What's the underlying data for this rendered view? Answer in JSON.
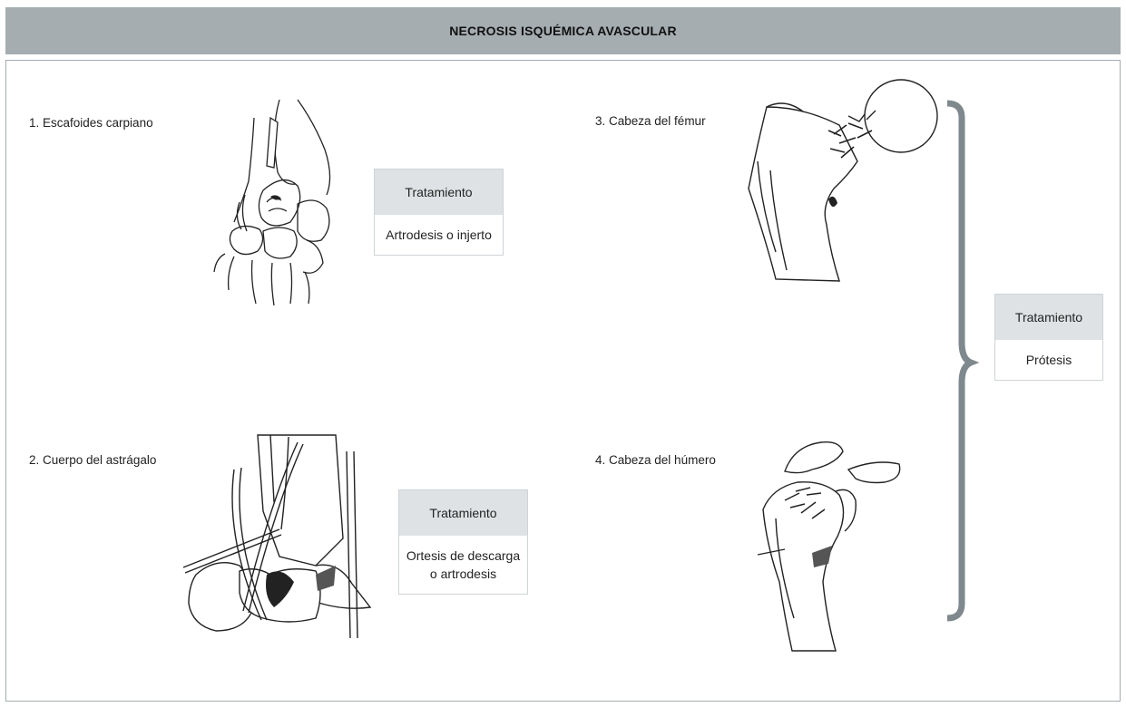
{
  "header": {
    "title": "NECROSIS ISQUÉMICA AVASCULAR"
  },
  "sections": [
    {
      "label": "1. Escafoides carpiano",
      "treatment_title": "Tratamiento",
      "treatment": "Artrodesis o injerto"
    },
    {
      "label": "2. Cuerpo del astrágalo",
      "treatment_title": "Tratamiento",
      "treatment_lines": [
        "Ortesis de descarga",
        "o artrodesis"
      ]
    },
    {
      "label": "3. Cabeza del fémur"
    },
    {
      "label": "4. Cabeza del húmero"
    }
  ],
  "shared_treatment": {
    "title": "Tratamiento",
    "value": "Prótesis"
  },
  "colors": {
    "header_bg": "#a5adb1",
    "frame": "#a5adb1",
    "box_head": "#dfe2e4",
    "bracket": "#7f898d"
  }
}
